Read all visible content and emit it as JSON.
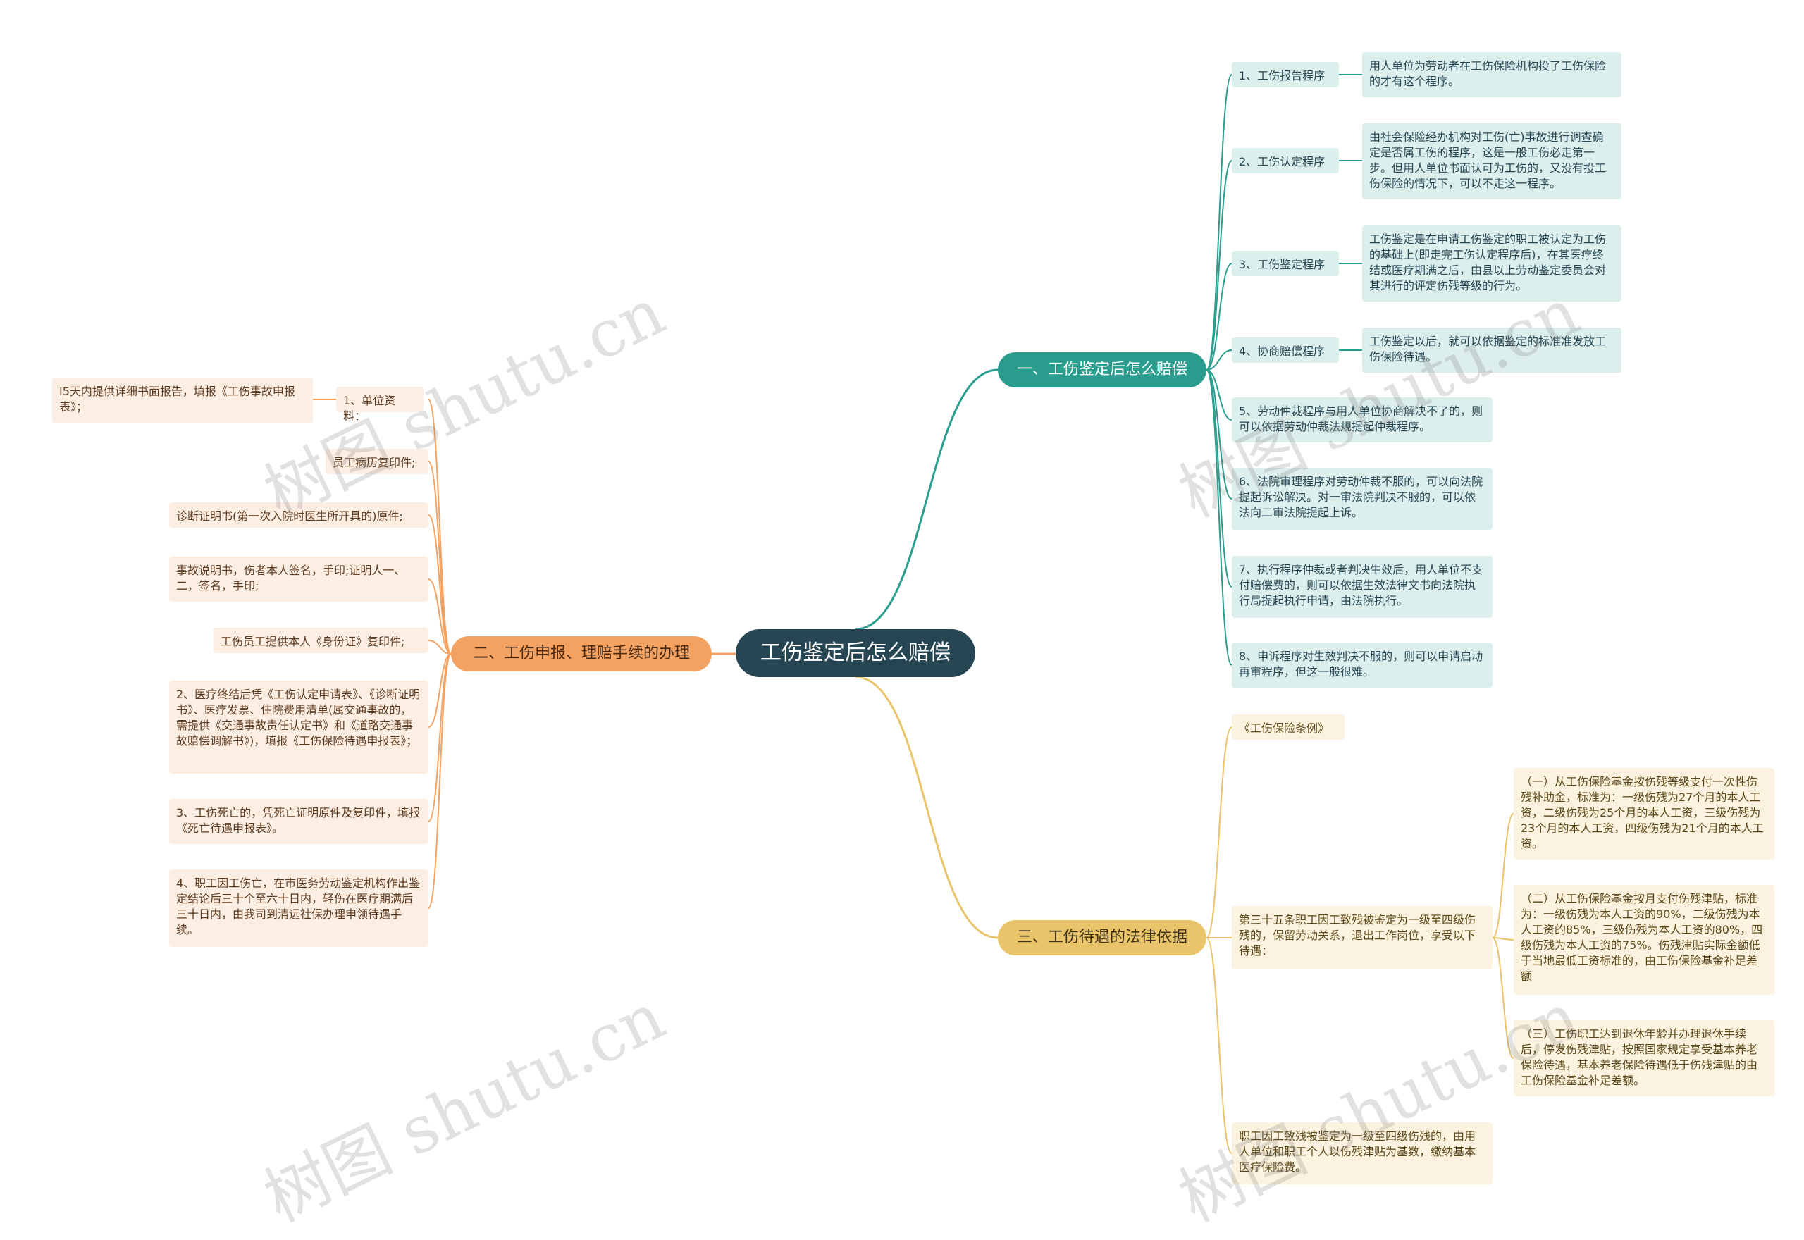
{
  "root": {
    "label": "工伤鉴定后怎么赔偿"
  },
  "branches": [
    {
      "label": "一、工伤鉴定后怎么赔偿",
      "items": [
        {
          "label": "1、工伤报告程序",
          "detail": "用人单位为劳动者在工伤保险机构投了工伤保险的才有这个程序。"
        },
        {
          "label": "2、工伤认定程序",
          "detail": "由社会保险经办机构对工伤(亡)事故进行调查确定是否属工伤的程序，这是一般工伤必走第一步。但用人单位书面认可为工伤的，又没有投工伤保险的情况下，可以不走这一程序。"
        },
        {
          "label": "3、工伤鉴定程序",
          "detail": "工伤鉴定是在申请工伤鉴定的职工被认定为工伤的基础上(即走完工伤认定程序后)，在其医疗终结或医疗期满之后，由县以上劳动鉴定委员会对其进行的评定伤残等级的行为。"
        },
        {
          "label": "4、协商赔偿程序",
          "detail": "工伤鉴定以后，就可以依据鉴定的标准准发放工伤保险待遇。"
        },
        {
          "label": "5、劳动仲裁程序与用人单位协商解决不了的，则可以依据劳动仲裁法规提起仲裁程序。"
        },
        {
          "label": "6、法院审理程序对劳动仲裁不服的，可以向法院提起诉讼解决。对一审法院判决不服的，可以依法向二审法院提起上诉。"
        },
        {
          "label": "7、执行程序仲裁或者判决生效后，用人单位不支付赔偿费的，则可以依据生效法律文书向法院执行局提起执行申请，由法院执行。"
        },
        {
          "label": "8、申诉程序对生效判决不服的，则可以申请启动再审程序，但这一般很难。"
        }
      ]
    },
    {
      "label": "二、工伤申报、理赔手续的办理",
      "items": [
        {
          "label": "1、单位资料：",
          "detail": "I5天内提供详细书面报告，填报《工伤事故申报表》；"
        },
        {
          "label": "员工病历复印件;"
        },
        {
          "label": "诊断证明书(第一次入院时医生所开具的)原件;"
        },
        {
          "label": "事故说明书，伤者本人签名，手印;证明人一、二，签名，手印;"
        },
        {
          "label": "工伤员工提供本人《身份证》复印件;"
        },
        {
          "label": "2、医疗终结后凭《工伤认定申请表》、《诊断证明书》、医疗发票、住院费用清单(属交通事故的，需提供《交通事故责任认定书》和《道路交通事故赔偿调解书》)，填报《工伤保险待遇申报表》；"
        },
        {
          "label": "3、工伤死亡的，凭死亡证明原件及复印件，填报《死亡待遇申报表》。"
        },
        {
          "label": "4、职工因工伤亡，在市医务劳动鉴定机构作出鉴定结论后三十个至六十日内，轻伤在医疗期满后三十日内，由我司到清远社保办理申领待遇手续。"
        }
      ]
    },
    {
      "label": "三、工伤待遇的法律依据",
      "items": [
        {
          "label": "《工伤保险条例》"
        },
        {
          "label": "第三十五条职工因工致残被鉴定为一级至四级伤残的，保留劳动关系，退出工作岗位，享受以下待遇：",
          "children": [
            "（一）从工伤保险基金按伤残等级支付一次性伤残补助金，标准为：一级伤残为27个月的本人工资，二级伤残为25个月的本人工资，三级伤残为23个月的本人工资，四级伤残为21个月的本人工资。",
            "（二）从工伤保险基金按月支付伤残津贴，标准为：一级伤残为本人工资的90%，二级伤残为本人工资的85%，三级伤残为本人工资的80%，四级伤残为本人工资的75%。伤残津贴实际金额低于当地最低工资标准的，由工伤保险基金补足差额",
            "（三）工伤职工达到退休年龄并办理退休手续后，停发伤残津贴，按照国家规定享受基本养老保险待遇，基本养老保险待遇低于伤残津贴的由工伤保险基金补足差额。"
          ]
        },
        {
          "label": "职工因工致残被鉴定为一级至四级伤残的，由用人单位和职工个人以伤残津贴为基数，缴纳基本医疗保险费。"
        }
      ]
    }
  ],
  "watermark": "树图 shutu.cn",
  "colors": {
    "root": "#264653",
    "teal": "#2a9d8f",
    "orange": "#f4a261",
    "yellow": "#e9c46a"
  }
}
